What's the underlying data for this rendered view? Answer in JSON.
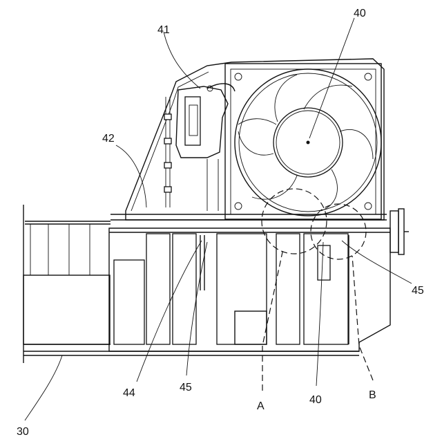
{
  "diagram": {
    "labels": {
      "fan_top": "40",
      "connector": "41",
      "housing": "42",
      "rib_left": "44",
      "boss_left": "45",
      "boss_right": "45",
      "fan_bottom": "40",
      "detail_a": "A",
      "detail_b": "B",
      "base": "30"
    },
    "colors": {
      "ink": "#111111",
      "paper": "#ffffff"
    }
  }
}
